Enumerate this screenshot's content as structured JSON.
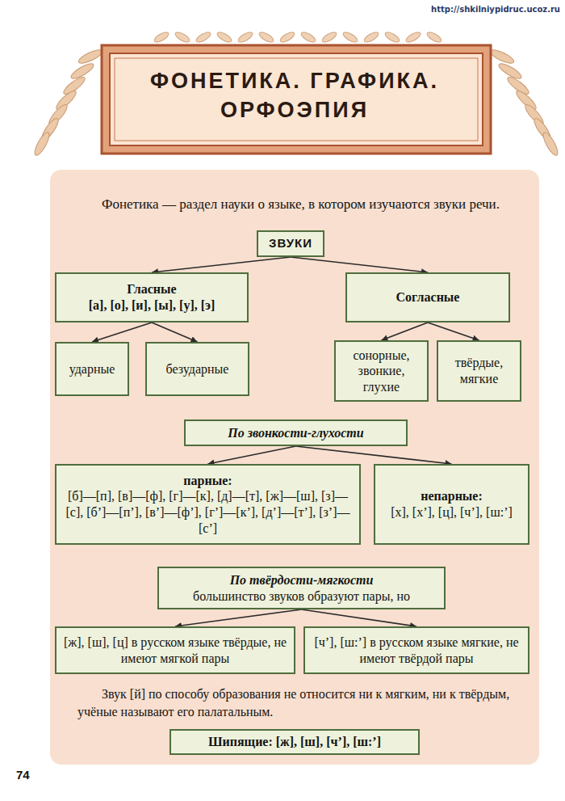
{
  "diagram": {
    "title": "ФОНЕТИКА. ГРАФИКА. ОРФОЭПИЯ",
    "nodes": [
      {
        "text": [
          "ЗВУКИ"
        ]
      },
      {
        "text": [
          "Гласные",
          "[а], [о], [и], [ы], [у], [э]"
        ]
      },
      {
        "text": [
          "Согласные"
        ]
      },
      {
        "text": [
          "ударные"
        ]
      },
      {
        "text": [
          "безударные"
        ]
      },
      {
        "text": [
          "сонорные, звонкие, глухие"
        ]
      },
      {
        "text": [
          "твёрдые, мягкие"
        ]
      },
      {
        "text": [
          "По звонкости-глухости"
        ]
      },
      {
        "text": [
          "парные:",
          "[б]—[п], [в]—[ф], [г]—[к], [д]—[т], [ж]—[ш], [з]—[с], [б’]—[п’], [в’]—[ф’], [г’]—[к’], [д’]—[т’], [з’]—[с’]"
        ]
      },
      {
        "text": [
          "непарные:",
          "[х], [х’], [ц], [ч’], [ш:’]"
        ]
      },
      {
        "text": [
          "По твёрдости-мягкости",
          "большинство звуков образуют пары, но"
        ]
      },
      {
        "text": [
          "[ж], [ш], [ц] в русском языке твёрдые, не имеют мягкой пары"
        ]
      },
      {
        "text": [
          "[ч’], [ш:’] в русском языке мягкие, не имеют твёрдой пары"
        ]
      },
      {
        "text": [
          "Шипящие: [ж], [ш], [ч’], [ш:’]"
        ]
      }
    ],
    "edges": [
      {
        "from": 0,
        "to": 1,
        "arrow": "to"
      },
      {
        "from": 0,
        "to": 2,
        "arrow": "to"
      },
      {
        "from": 1,
        "to": 3,
        "arrow": "to"
      },
      {
        "from": 1,
        "to": 4,
        "arrow": "to"
      },
      {
        "from": 2,
        "to": 5,
        "arrow": "to"
      },
      {
        "from": 2,
        "to": 6,
        "arrow": "to"
      },
      {
        "from": 7,
        "to": 8,
        "arrow": "to"
      },
      {
        "from": 7,
        "to": 9,
        "arrow": "to"
      },
      {
        "from": 10,
        "to": 11,
        "arrow": "to"
      },
      {
        "from": 10,
        "to": 12,
        "arrow": "to"
      }
    ],
    "labels": [
      "http://shkilniypidruc.ucoz.ru",
      "Фонетика — раздел науки о языке, в котором изучаются звуки речи.",
      "Звук [й] по способу образования не относится ни к мягким, ни к твёрдым, учёные называют его палатальным.",
      "74"
    ]
  }
}
